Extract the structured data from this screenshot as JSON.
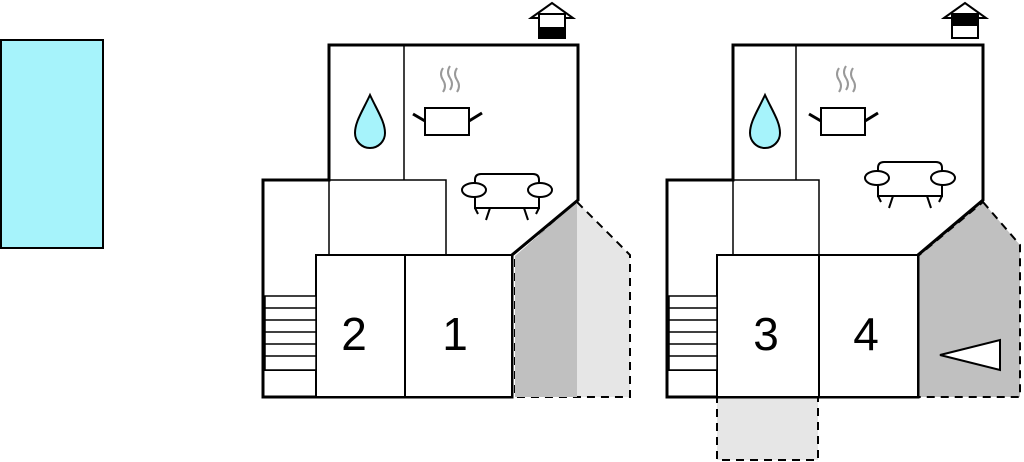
{
  "colors": {
    "pool": "#a6f3fb",
    "water": "#a6f3fb",
    "terrace": "#c0c0c0",
    "terrace_light": "#e6e6e6",
    "wall": "#000000",
    "steam": "#999999"
  },
  "pool": {
    "icon": "pool"
  },
  "floors": [
    {
      "name": "floor-ground",
      "level_icon": "floor-level-ground-icon",
      "rooms": [
        "2",
        "1"
      ]
    },
    {
      "name": "floor-upper",
      "level_icon": "floor-level-upper-icon",
      "rooms": [
        "3",
        "4"
      ]
    }
  ],
  "icons": [
    "water-drop-icon",
    "cooking-pot-icon",
    "sofa-icon",
    "stairs-icon",
    "terrace-icon",
    "direction-triangle-icon"
  ]
}
